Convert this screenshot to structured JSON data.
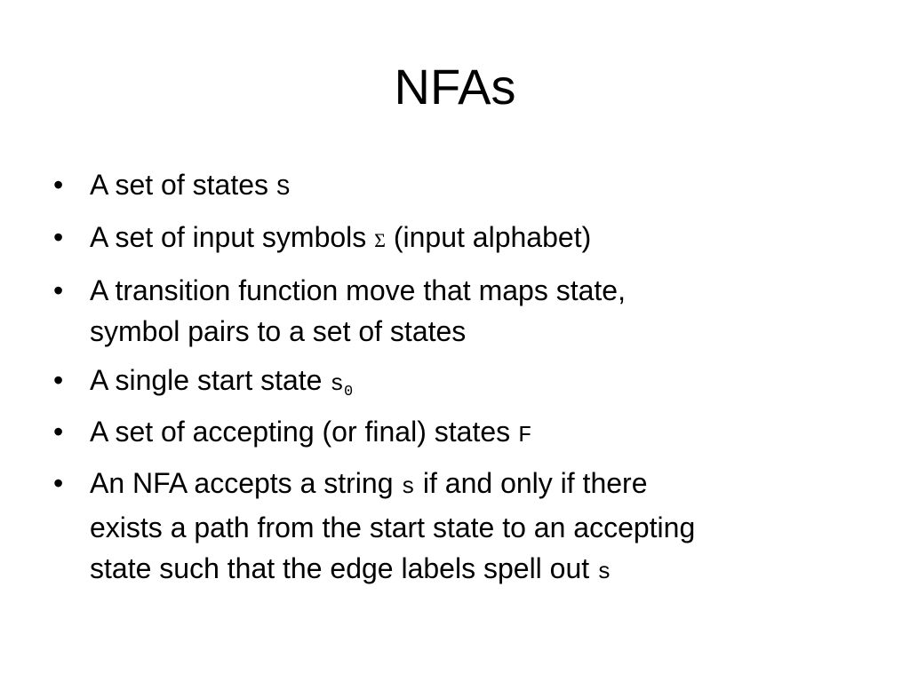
{
  "slide": {
    "title": "NFAs",
    "bullet_glyph": "•",
    "bullets": [
      {
        "text_before": "A set of states ",
        "symbol": "S"
      },
      {
        "text_before": "A set of input symbols ",
        "symbol": "Σ",
        "text_after": " (input alphabet)"
      },
      {
        "line1": "A transition function move that maps state,",
        "line2": "symbol pairs to a set of states"
      },
      {
        "text_before": "A single start state ",
        "symbol": "s",
        "subscript": "0"
      },
      {
        "text_before": "A set of accepting (or final) states ",
        "symbol": "F"
      },
      {
        "text_before": "An NFA accepts a string ",
        "symbol": "s",
        "text_after": " if and only if there",
        "line2": "exists a path from the start state to an accepting",
        "line3_before": "state such that the edge labels spell out ",
        "line3_symbol": "s"
      }
    ]
  }
}
